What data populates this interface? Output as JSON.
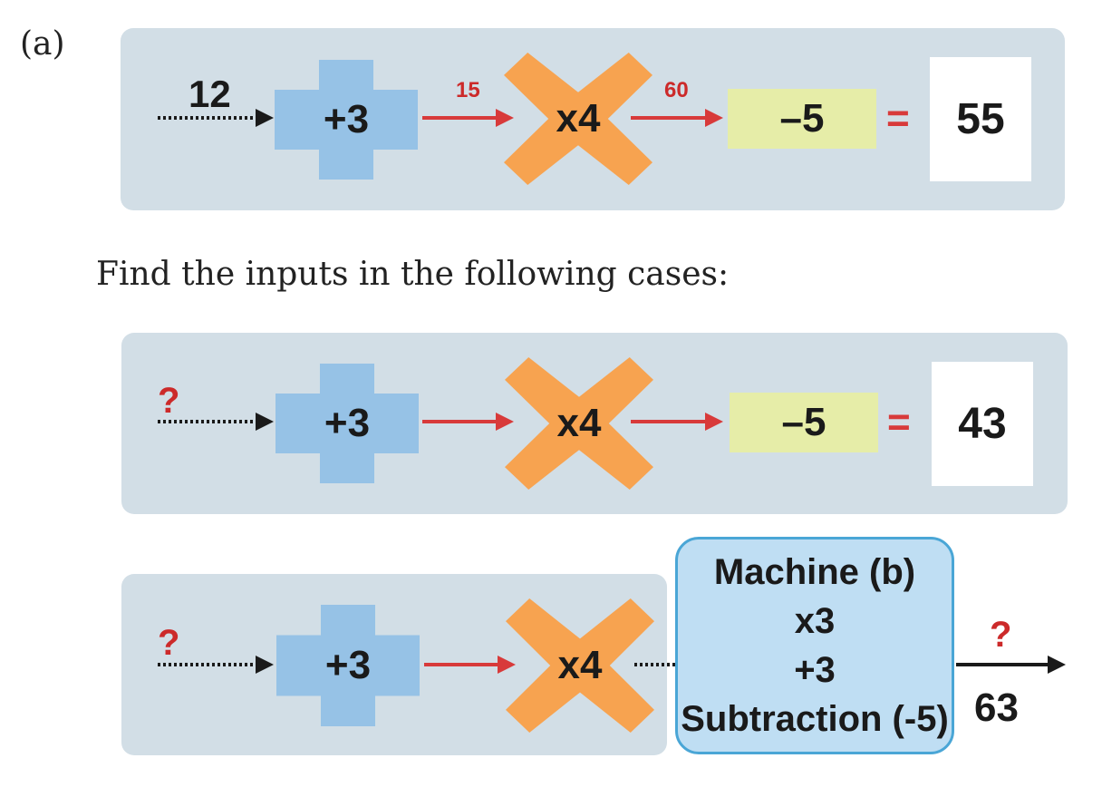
{
  "part_label": "(a)",
  "instruction": "Find the inputs in the following cases:",
  "machines": [
    {
      "input": "12",
      "ops": [
        "+3",
        "x4",
        "–5"
      ],
      "intermediates": [
        "15",
        "60"
      ],
      "equals": "=",
      "result": "55"
    },
    {
      "input": "?",
      "ops": [
        "+3",
        "x4",
        "–5"
      ],
      "equals": "=",
      "result": "43"
    },
    {
      "input": "?",
      "ops": [
        "+3",
        "x4"
      ],
      "machine_b": {
        "title": "Machine (b)",
        "steps": [
          "x3",
          "+3",
          "Subtraction (-5)"
        ]
      },
      "output_label": "?",
      "output_value": "63"
    }
  ],
  "colors": {
    "panel": "#d2dee6",
    "plus_shape": "#96c2e6",
    "times_shape": "#f7a350",
    "minus_box": "#e6eda8",
    "arrow_red": "#d83a3a",
    "machine_b_fill": "#bfdef3",
    "machine_b_border": "#4aa6d6"
  }
}
